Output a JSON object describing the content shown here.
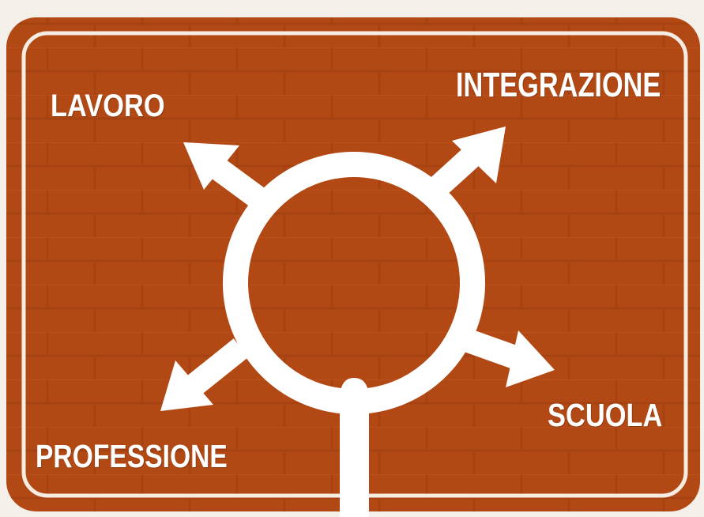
{
  "sign": {
    "background_color": "#b24914",
    "border_color": "#f6ece2",
    "symbol_color": "#ffffff",
    "icon": "roundabout-arrows-icon"
  },
  "labels": {
    "top_left": "LAVORO",
    "top_right": "INTEGRAZIONE",
    "bottom_right": "SCUOLA",
    "bottom_left": "PROFESSIONE"
  }
}
